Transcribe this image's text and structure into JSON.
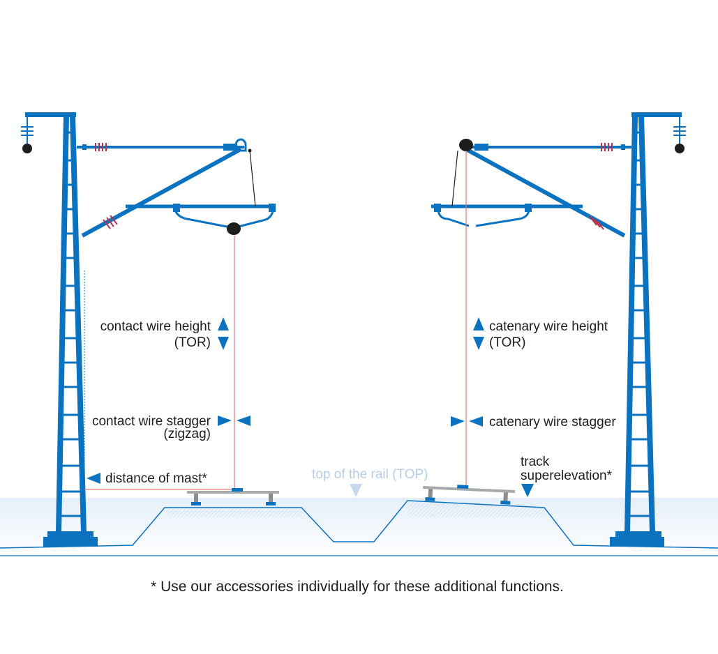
{
  "labels": {
    "contact_wire_height_line1": "contact wire height",
    "contact_wire_height_line2": "(TOR)",
    "catenary_wire_height_line1": "catenary wire height",
    "catenary_wire_height_line2": "(TOR)",
    "contact_wire_stagger_line1": "contact wire stagger",
    "contact_wire_stagger_line2": "(zigzag)",
    "catenary_wire_stagger": "catenary wire stagger",
    "distance_of_mast": "distance of mast*",
    "top_of_rail": "top of the rail (TOP)",
    "track_superelevation_line1": "track",
    "track_superelevation_line2": "superelevation*"
  },
  "footnote": "* Use our accessories individually for these additional functions.",
  "colors": {
    "mast_blue": "#0a72bf",
    "measure_red": "#e07a74",
    "insulator_red": "#b5334a",
    "ground_tint": "#e8f0fa",
    "text": "#1d1d1b",
    "faint_label": "#b7cde6"
  }
}
